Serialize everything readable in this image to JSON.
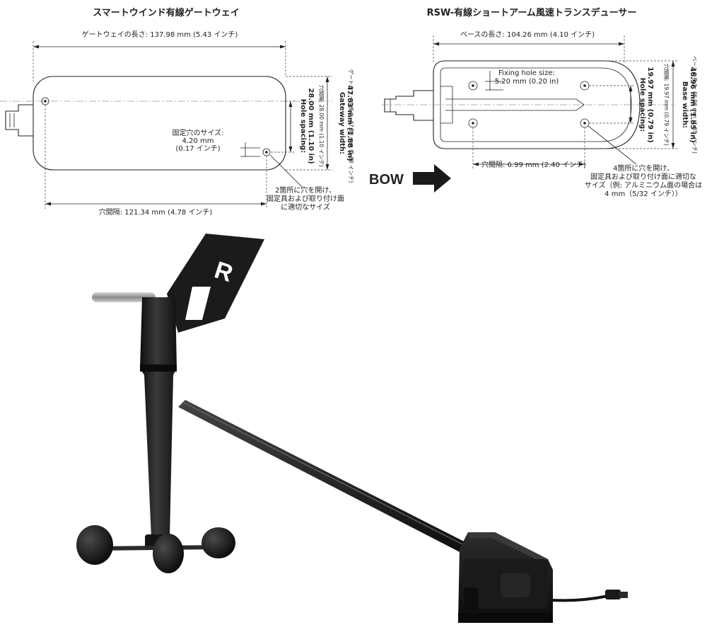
{
  "gateway": {
    "title": "スマートウインド有線ゲートウェイ",
    "length_label": "ゲートウェイの長さ: 137.98 mm (5.43 インチ)",
    "hole_size_l1": "固定穴のサイズ:",
    "hole_size_l2": "4.20 mm",
    "hole_size_l3": "(0.17 インチ)",
    "width_l1": "Gateway width:",
    "width_l2": "47.83 mm (1.88 in)",
    "width_jp": "ゲートウェイの長さ: 47.83 mm (1.88 インチ)",
    "spacing_l1": "Hole spacing:",
    "spacing_l2": "28.00 mm (1.10 in)",
    "spacing_jp": "穴間隔: 28.00 mm (1.10 インチ)",
    "note_l1": "2箇所に穴を開け、",
    "note_l2": "固定具および取り付け面",
    "note_l3": "に適切なサイズ",
    "hole_pitch": "穴間隔: 121.34 mm (4.78 インチ)"
  },
  "transducer": {
    "title": "RSW-有線ショートアーム風速トランスデューサー",
    "length_label": "ベースの長さ: 104.26 mm (4.10 インチ)",
    "fix_l1": "Fixing hole size:",
    "fix_l2": "5.20 mm (0.20 in)",
    "width_l1": "Base width:",
    "width_l2": "46.96 mm (1.85 in)",
    "width_jp": "ベースの長さ: 46.96 mm (1.85 インチ)",
    "spacing_l1": "Hole spacing:",
    "spacing_l2": "19.97 mm (0.79 in)",
    "spacing_jp": "穴間隔: 19.97 mm (0.79 インチ)",
    "hole_pitch": "穴間隔: 6.99 mm (2.40 インチ)",
    "note_l1": "4箇所に穴を開け、",
    "note_l2": "固定具および取り付け面に適切な",
    "note_l3": "サイズ（例: アルミニウム面の場合は",
    "note_l4": "4 mm（5/32 インチ））",
    "bow": "BOW"
  },
  "product": {
    "logo_letter": "R"
  }
}
